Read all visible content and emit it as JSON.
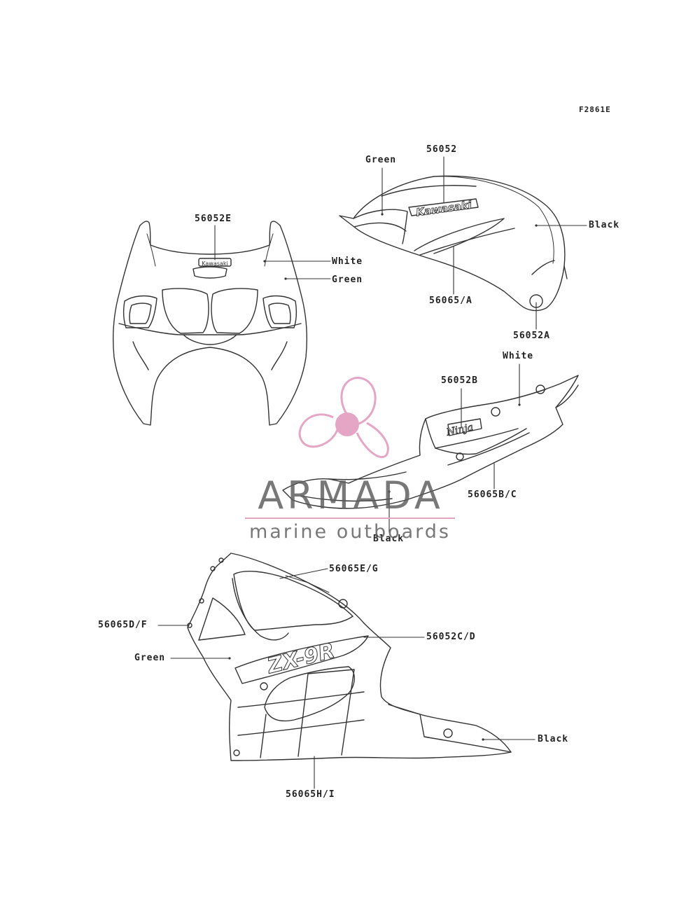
{
  "figure_code": "F2861E",
  "labels": {
    "headlight_cover_part": "56052E",
    "upper_cowl_white": "White",
    "upper_cowl_green": "Green",
    "tank_part": "56052",
    "tank_green": "Green",
    "tank_black": "Black",
    "tank_stripe_part": "56065/A",
    "tank_badge_part": "56052A",
    "tail_white": "White",
    "tail_badge_part": "56052B",
    "tail_stripe_part": "56065B/C",
    "tail_black": "Black",
    "fairing_top_part": "56065E/G",
    "fairing_left_part": "56065D/F",
    "fairing_green": "Green",
    "fairing_badge_part": "56052C/D",
    "fairing_black": "Black",
    "fairing_bottom_part": "56065H/I",
    "cowl_logo_text": "Kawasaki",
    "tank_logo_text": "Kawasaki",
    "tail_logo_text": "Ninja",
    "fairing_logo_text": "ZX-9R"
  },
  "watermark": {
    "brand": "ARMADA",
    "tagline": "marine outboards",
    "accent_color": "#e5a6c6",
    "text_color": "#5a5a5a",
    "icon": "propeller-icon"
  }
}
